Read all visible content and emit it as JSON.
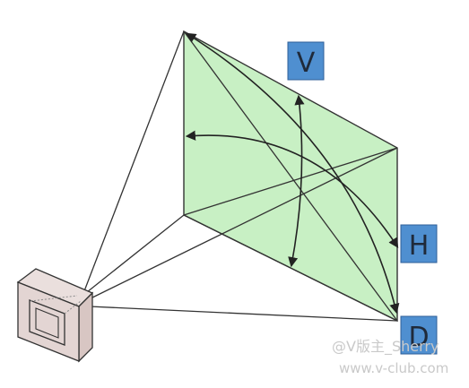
{
  "labels": {
    "vertical": "V",
    "horizontal": "H",
    "diagonal": "D"
  },
  "watermark": {
    "line1": "@V版主_Sherry",
    "line2": "www.v-club.com"
  },
  "colors": {
    "plane_fill": "#c8f0c4",
    "label_box": "#4f8fd0",
    "camera_fill": "#e3d5d3",
    "line": "#333333"
  },
  "icons": {
    "camera": "camera-icon"
  }
}
